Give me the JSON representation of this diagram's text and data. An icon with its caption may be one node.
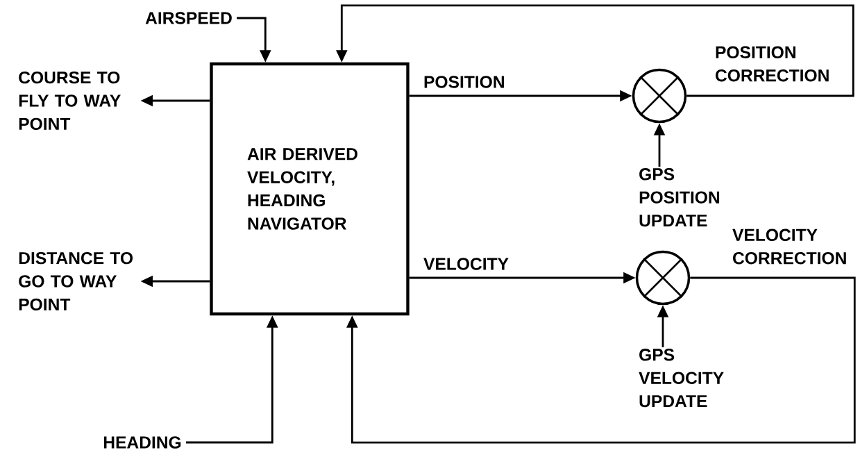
{
  "diagram": {
    "nodes": [
      {
        "text": [
          "AIR DERIVED VELOCITY, HEADING NAVIGATOR"
        ]
      },
      {
        "text": [
          "AIRSPEED"
        ]
      },
      {
        "text": [
          "COURSE TO FLY TO WAY POINT"
        ]
      },
      {
        "text": [
          "DISTANCE TO GO TO WAY POINT"
        ]
      },
      {
        "text": [
          "HEADING"
        ]
      },
      {
        "text": [],
        "shape": "circle"
      },
      {
        "text": [],
        "shape": "circle"
      },
      {
        "text": [
          "GPS POSITION UPDATE"
        ]
      },
      {
        "text": [
          "GPS VELOCITY UPDATE"
        ]
      }
    ],
    "edges": [
      {
        "from": 1,
        "to": 0,
        "arrow": "to"
      },
      {
        "from": 0,
        "to": 2,
        "arrow": "to"
      },
      {
        "from": 0,
        "to": 3,
        "arrow": "to"
      },
      {
        "from": 4,
        "to": 0,
        "arrow": "to"
      },
      {
        "from": 0,
        "to": 5,
        "arrow": "to",
        "label": "POSITION"
      },
      {
        "from": 0,
        "to": 6,
        "arrow": "to",
        "label": "VELOCITY"
      },
      {
        "from": 7,
        "to": 5,
        "arrow": "to"
      },
      {
        "from": 8,
        "to": 6,
        "arrow": "to"
      },
      {
        "from": 5,
        "to": 0,
        "arrow": "to",
        "label": "POSITION CORRECTION"
      },
      {
        "from": 6,
        "to": 0,
        "arrow": "to",
        "label": "VELOCITY CORRECTION"
      }
    ]
  }
}
